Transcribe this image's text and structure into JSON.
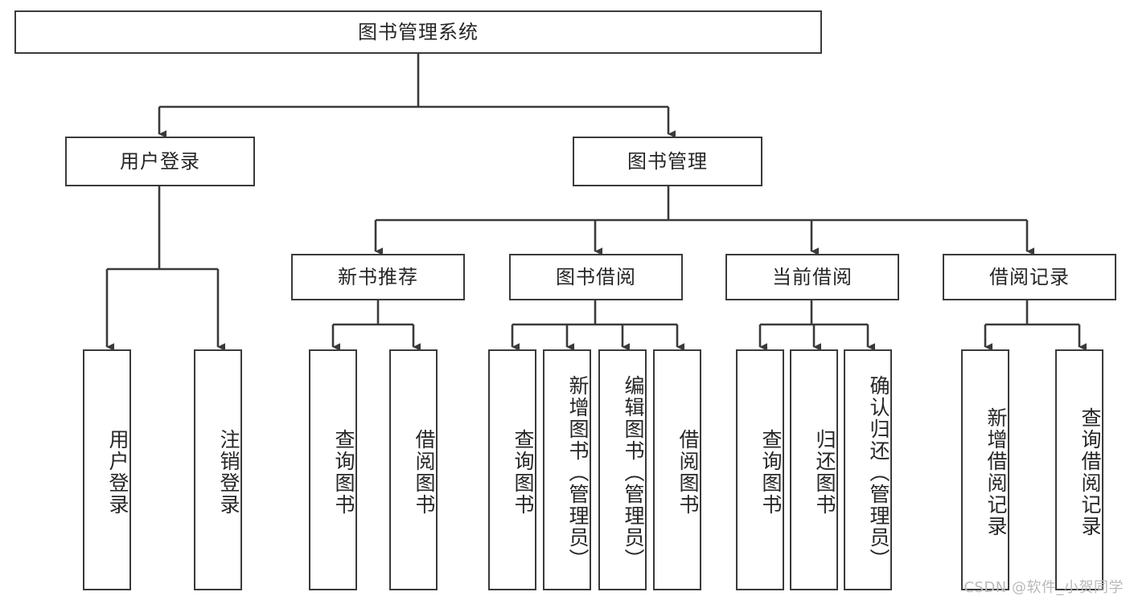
{
  "diagram": {
    "type": "tree-hierarchy",
    "title": "图书管理系统",
    "watermark": "CSDN @软件_小贺同学",
    "colors": {
      "box_border": "#3a3a3a",
      "box_fill": "#ffffff",
      "connector": "#3a3a3a",
      "text": "#262626",
      "watermark": "#b9b9b9"
    },
    "levels": {
      "root": {
        "label": "图书管理系统"
      },
      "level2": [
        {
          "label": "用户登录"
        },
        {
          "label": "图书管理"
        }
      ],
      "level3": [
        {
          "label": "新书推荐"
        },
        {
          "label": "图书借阅"
        },
        {
          "label": "当前借阅"
        },
        {
          "label": "借阅记录"
        }
      ],
      "leaves": {
        "user_login": [
          {
            "label": "用户登录"
          },
          {
            "label": "注销登录"
          }
        ],
        "new_book_recommend": [
          {
            "label": "查询图书"
          },
          {
            "label": "借阅图书"
          }
        ],
        "book_borrow": [
          {
            "label": "查询图书"
          },
          {
            "label": "新增图书（管理员）"
          },
          {
            "label": "编辑图书（管理员）"
          },
          {
            "label": "借阅图书"
          }
        ],
        "current_borrow": [
          {
            "label": "查询图书"
          },
          {
            "label": "归还图书"
          },
          {
            "label": "确认归还（管理员）"
          }
        ],
        "borrow_records": [
          {
            "label": "新增借阅记录"
          },
          {
            "label": "查询借阅记录"
          }
        ]
      }
    }
  }
}
